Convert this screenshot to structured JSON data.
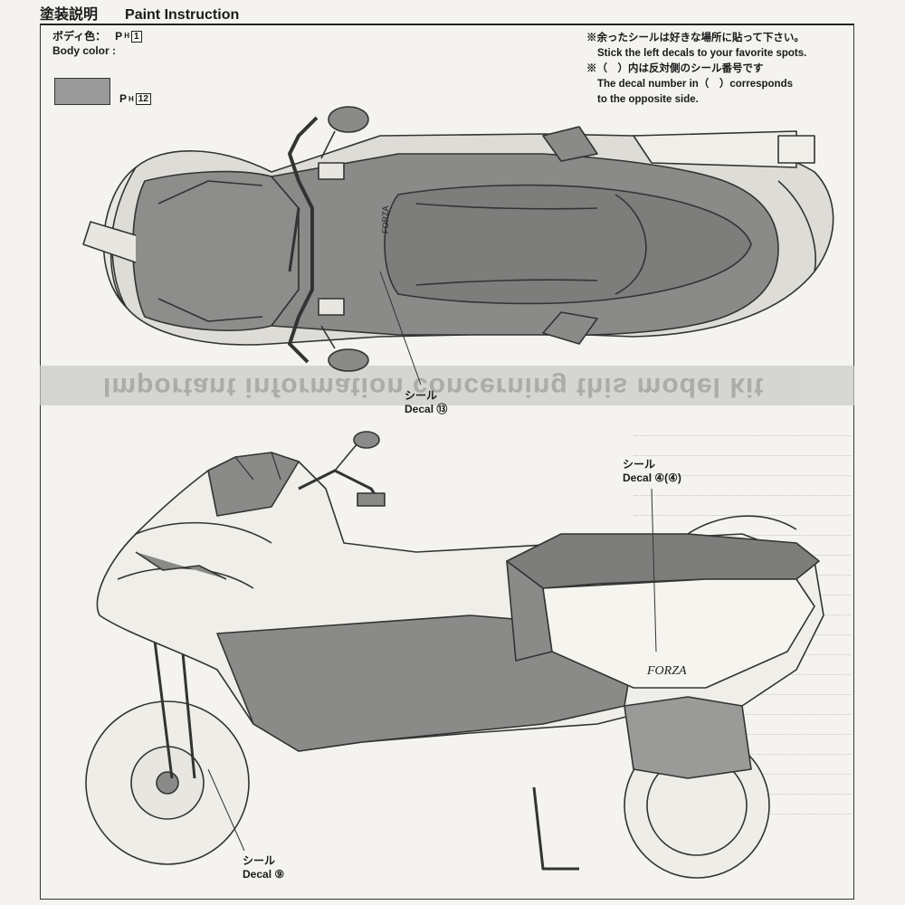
{
  "header": {
    "title_jp": "塗装説明",
    "title_en": "Paint Instruction"
  },
  "body_color": {
    "label_jp": "ボディ色：",
    "label_en": "Body color :",
    "code_prefix": "P",
    "code_sub": "H",
    "primary_code": "1",
    "swatch_code": "12",
    "swatch_color": "#9a9a9a"
  },
  "note": {
    "line1": "※余ったシールは好きな場所に貼って下さい。",
    "line2": "Stick the left decals to your favorite spots.",
    "line3": "※（　）内は反対側のシール番号です",
    "line4": "The decal number in（　）corresponds",
    "line5": "to the opposite side."
  },
  "banner": {
    "text": "Important information concerning this model kit"
  },
  "decals": {
    "top": {
      "jp": "シール",
      "en": "Decal",
      "num": "⑬"
    },
    "side_rear": {
      "jp": "シール",
      "en": "Decal",
      "num": "④(④)"
    },
    "front": {
      "jp": "シール",
      "en": "Decal",
      "num": "⑨"
    }
  },
  "logo_text": "FORZA"
}
